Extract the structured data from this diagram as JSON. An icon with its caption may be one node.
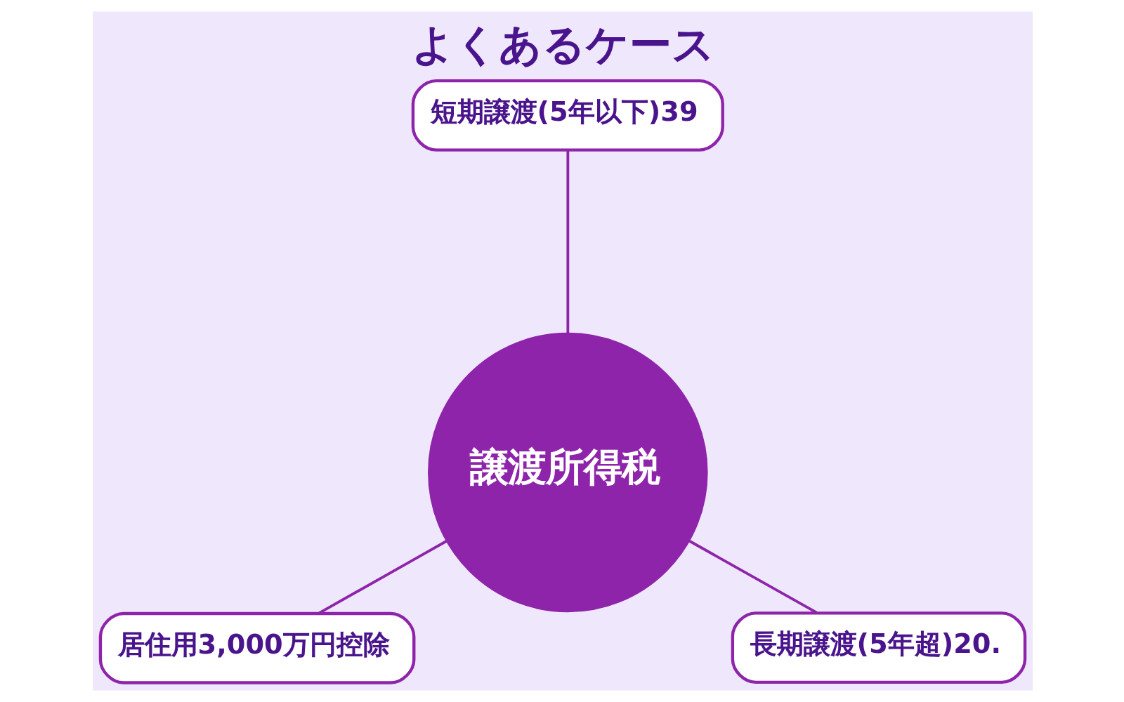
{
  "diagram": {
    "title": "よくあるケース",
    "nodes": [
      {
        "text": [
          "短期譲渡(5年以下)39"
        ]
      },
      {
        "text": [
          "譲渡所得税"
        ]
      },
      {
        "text": [
          "居住用3,000万円控除"
        ]
      },
      {
        "text": [
          "長期譲渡(5年超)20."
        ]
      }
    ],
    "edges": [
      {
        "from": 1,
        "to": 0,
        "arrow": "none"
      },
      {
        "from": 1,
        "to": 2,
        "arrow": "none"
      },
      {
        "from": 1,
        "to": 3,
        "arrow": "none"
      }
    ]
  }
}
